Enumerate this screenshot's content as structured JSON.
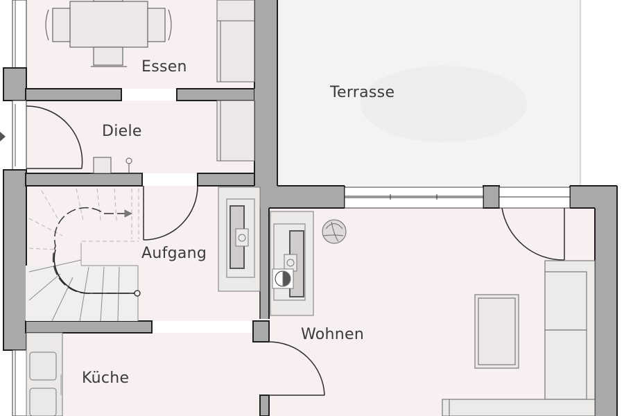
{
  "plan": {
    "type": "floor-plan",
    "colors": {
      "wall_fill": "#a9a9a9",
      "wall_outline": "#1e1e1e",
      "floor": "#f8f1f1",
      "terrace": "#f2f2f2",
      "furniture": "#e8e6e5",
      "line": "#555555"
    }
  },
  "rooms": [
    {
      "id": "essen",
      "label": "Essen"
    },
    {
      "id": "diele",
      "label": "Diele"
    },
    {
      "id": "terrasse",
      "label": "Terrasse"
    },
    {
      "id": "aufgang",
      "label": "Aufgang"
    },
    {
      "id": "wohnen",
      "label": "Wohnen"
    },
    {
      "id": "kueche",
      "label": "Küche"
    }
  ],
  "fixtures": {
    "stair_direction": "up-arrow",
    "entrance_marker": "entrance-arrow",
    "fireplace": "fireplace-icon",
    "plant": "plant-icon"
  }
}
